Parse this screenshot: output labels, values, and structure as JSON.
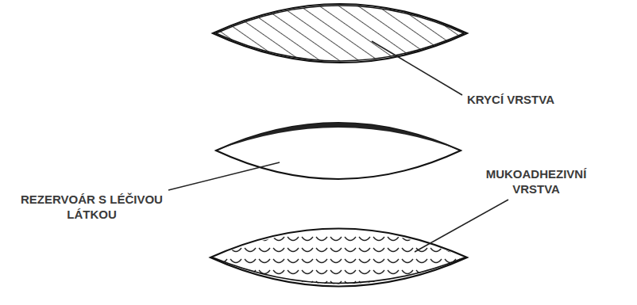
{
  "diagram": {
    "labels": [
      "KRYCÍ VRSTVA",
      "REZERVOÁR S LÉČIVOU LÁTKOU",
      "MUKOADHEZIVNÍ VRSTVA"
    ]
  }
}
